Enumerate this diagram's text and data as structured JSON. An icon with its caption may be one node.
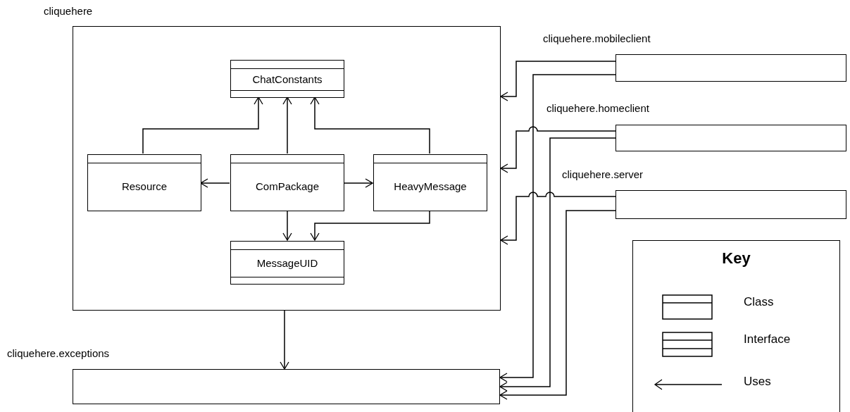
{
  "diagram": {
    "nodes": [
      {
        "text": [
          "cliquehere"
        ]
      },
      {
        "text": [
          "ChatConstants"
        ],
        "in": 0
      },
      {
        "text": [
          "Resource"
        ],
        "in": 0
      },
      {
        "text": [
          "ComPackage"
        ],
        "in": 0
      },
      {
        "text": [
          "HeavyMessage"
        ],
        "in": 0
      },
      {
        "text": [
          "MessageUID"
        ],
        "in": 0
      },
      {
        "text": [
          "cliquehere.mobileclient"
        ]
      },
      {
        "text": [
          "cliquehere.homeclient"
        ]
      },
      {
        "text": [
          "cliquehere.server"
        ]
      },
      {
        "text": [
          "cliquehere.exceptions"
        ]
      }
    ],
    "edges": [
      {
        "from": 2,
        "to": 1,
        "arrow": "to"
      },
      {
        "from": 3,
        "to": 1,
        "arrow": "to"
      },
      {
        "from": 4,
        "to": 1,
        "arrow": "to"
      },
      {
        "from": 3,
        "to": 2,
        "arrow": "to"
      },
      {
        "from": 3,
        "to": 4,
        "arrow": "to"
      },
      {
        "from": 3,
        "to": 5,
        "arrow": "to"
      },
      {
        "from": 4,
        "to": 5,
        "arrow": "to"
      },
      {
        "from": 0,
        "to": 9,
        "arrow": "to"
      },
      {
        "from": 6,
        "to": 0,
        "arrow": "to"
      },
      {
        "from": 6,
        "to": 9,
        "arrow": "to"
      },
      {
        "from": 7,
        "to": 0,
        "arrow": "to"
      },
      {
        "from": 7,
        "to": 9,
        "arrow": "to"
      },
      {
        "from": 8,
        "to": 0,
        "arrow": "to"
      },
      {
        "from": 8,
        "to": 9,
        "arrow": "to"
      }
    ],
    "labels": [
      "Key"
    ],
    "legend": [
      {
        "text": "Class"
      },
      {
        "text": "Interface"
      },
      {
        "text": "Uses"
      }
    ]
  }
}
